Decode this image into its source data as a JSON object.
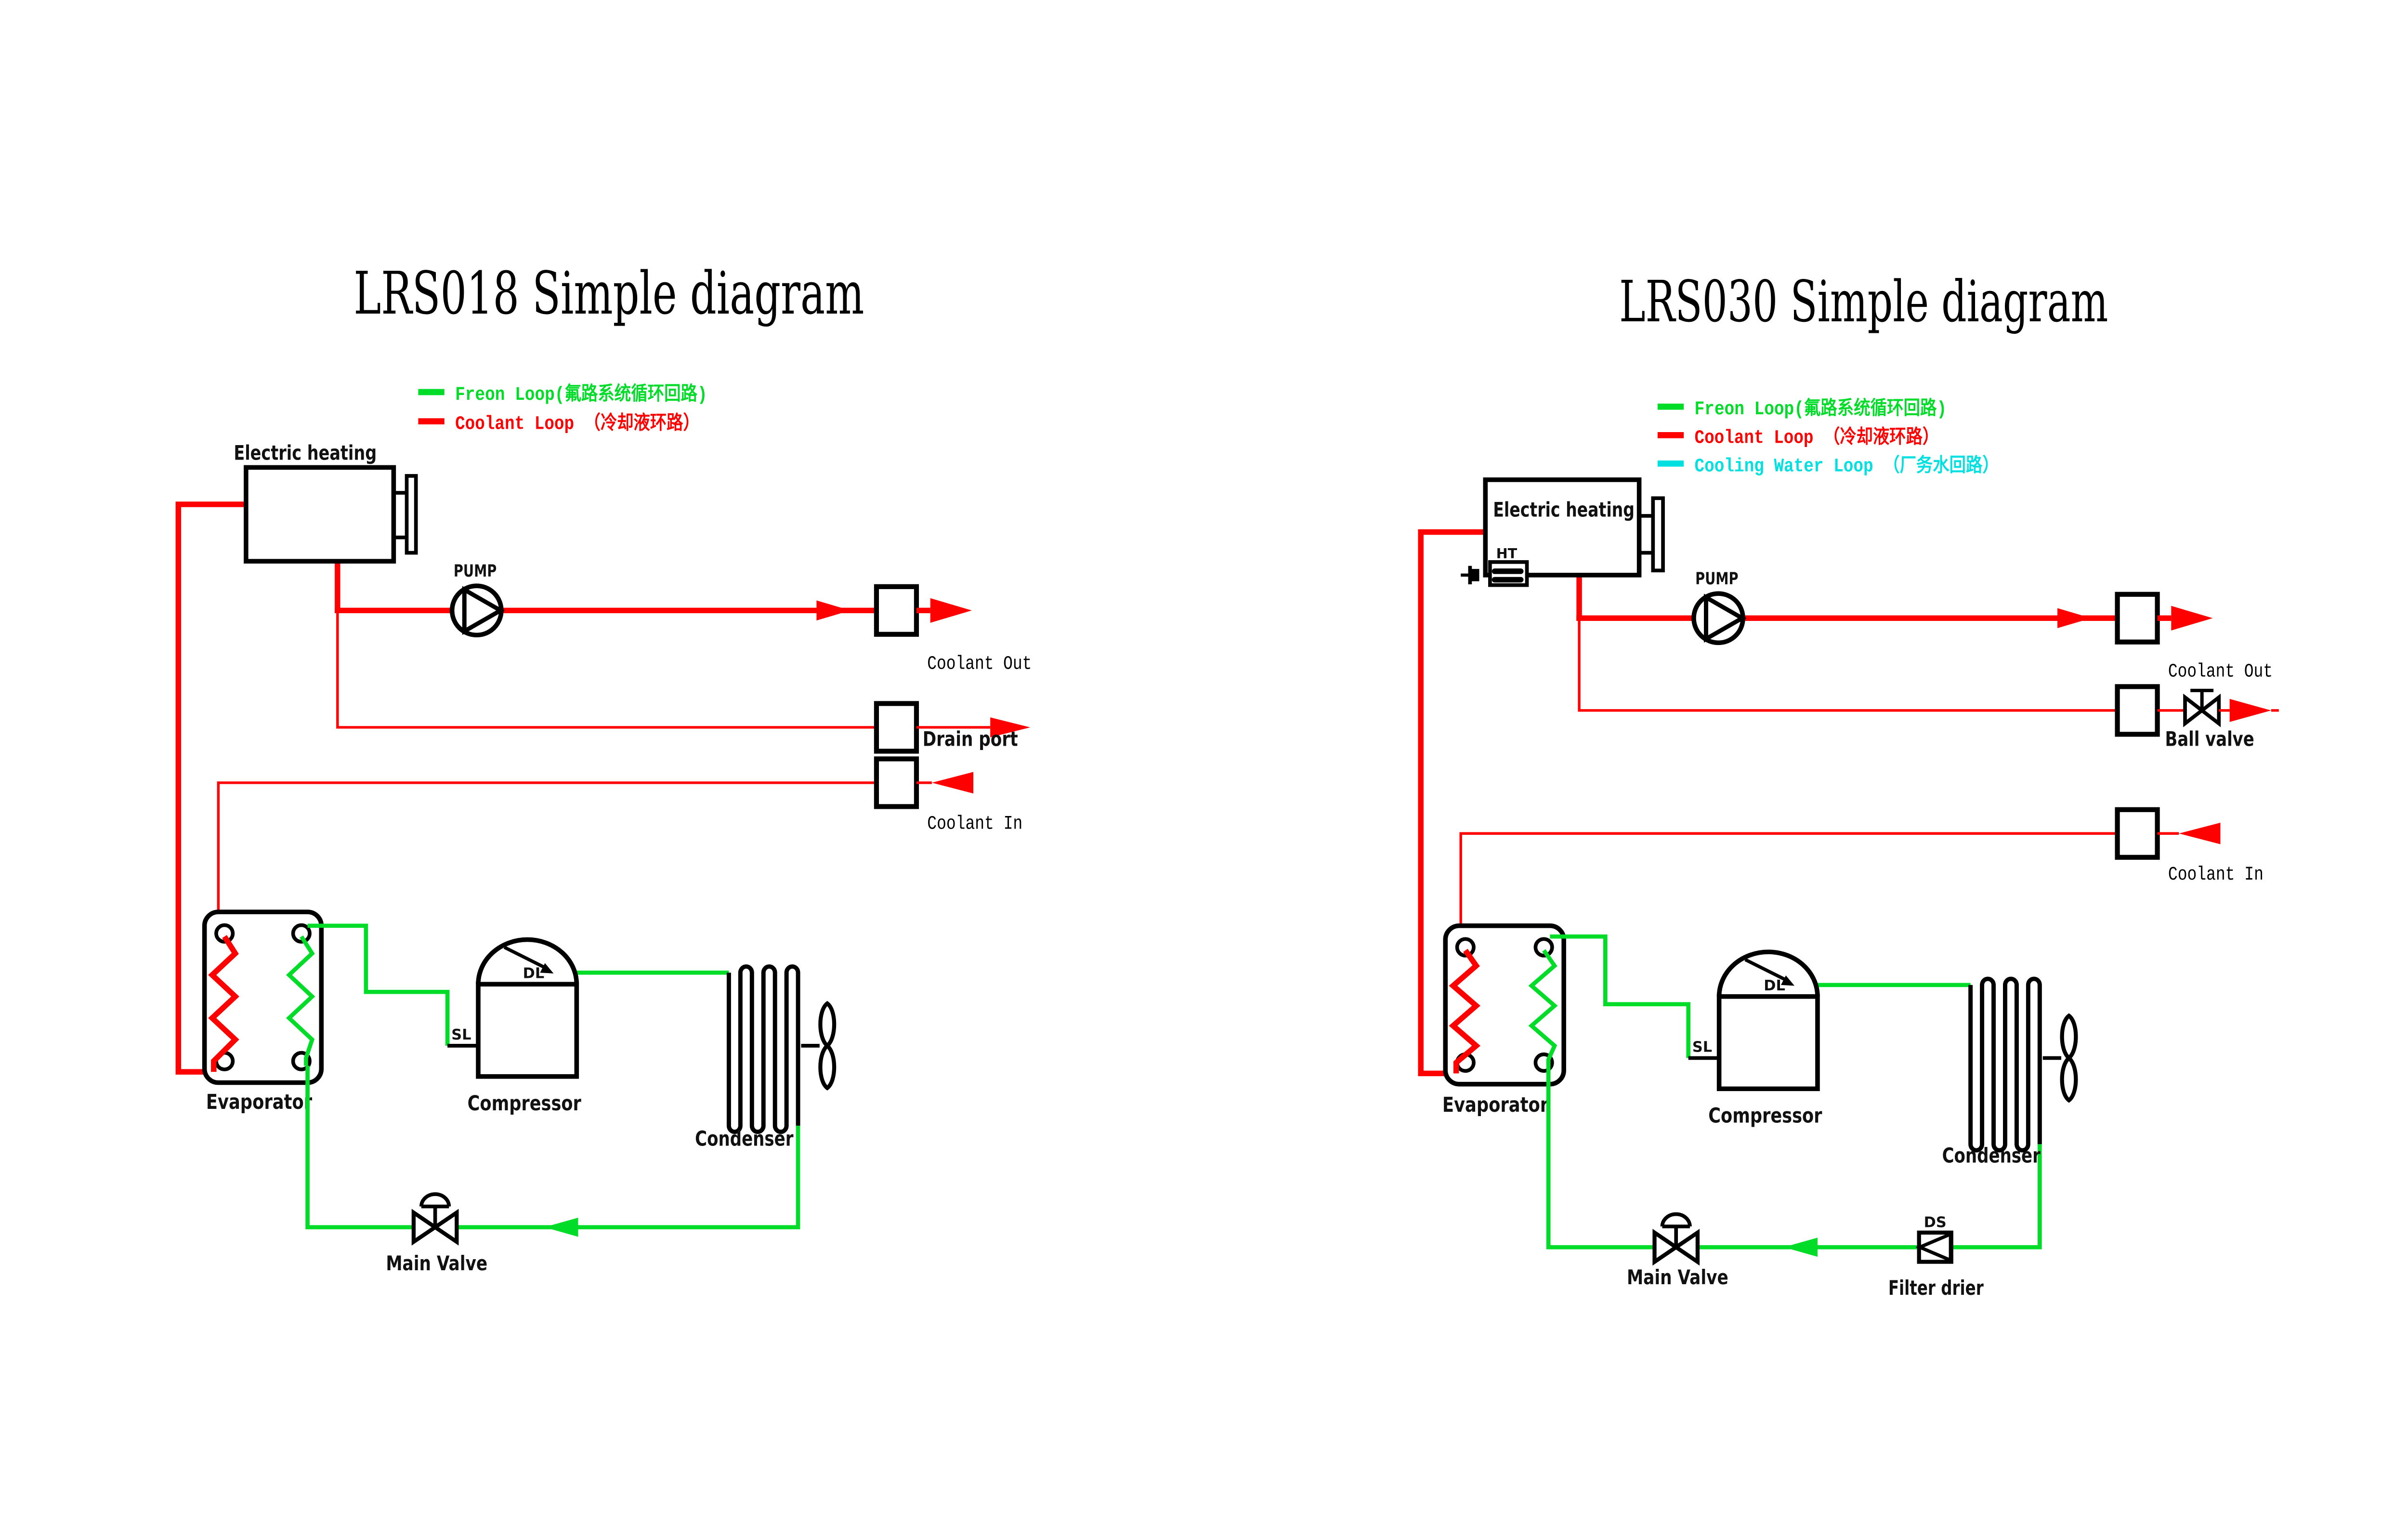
{
  "colors": {
    "freon": "#00DC28",
    "coolant": "#FF0000",
    "cooling_water": "#00E0E0",
    "ink": "#000000"
  },
  "left": {
    "title": "LRS018  Simple diagram",
    "legend": [
      {
        "label": "Freon Loop(氟路系统循环回路)",
        "color": "#00DC28"
      },
      {
        "label": "Coolant Loop （冷却液环路）",
        "color": "#FF0000"
      }
    ],
    "labels": {
      "electric_heating": "Electric heating",
      "pump": "PUMP",
      "coolant_out": "Coolant Out",
      "drain_port": "Drain port",
      "coolant_in": "Coolant In",
      "evaporator": "Evaporator",
      "compressor": "Compressor",
      "condenser": "Condenser",
      "main_valve": "Main Valve",
      "sl": "SL",
      "dl": "DL"
    }
  },
  "right": {
    "title": "LRS030  Simple diagram",
    "legend": [
      {
        "label": "Freon Loop(氟路系统循环回路)",
        "color": "#00DC28"
      },
      {
        "label": "Coolant Loop （冷却液环路）",
        "color": "#FF0000"
      },
      {
        "label": "Cooling Water Loop （厂务水回路）",
        "color": "#00E0E0"
      }
    ],
    "labels": {
      "electric_heating": "Electric heating",
      "ht": "HT",
      "pump": "PUMP",
      "coolant_out": "Coolant Out",
      "ball_valve": "Ball valve",
      "coolant_in": "Coolant In",
      "evaporator": "Evaporator",
      "compressor": "Compressor",
      "condenser": "Condenser",
      "main_valve": "Main Valve",
      "filter_drier": "Filter drier",
      "ds": "DS",
      "sl": "SL",
      "dl": "DL"
    }
  }
}
